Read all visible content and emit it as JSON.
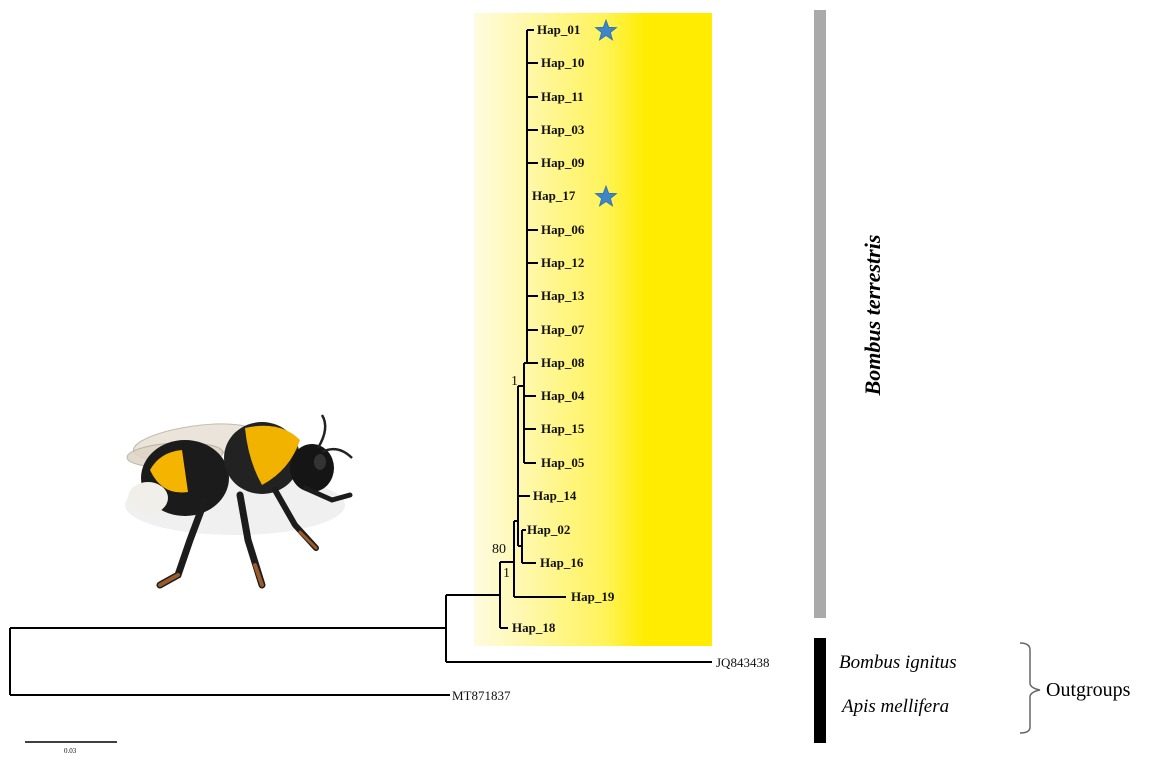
{
  "tree": {
    "ingroup_tips": [
      "Hap_01",
      "Hap_10",
      "Hap_11",
      "Hap_03",
      "Hap_09",
      "Hap_17",
      "Hap_06",
      "Hap_12",
      "Hap_13",
      "Hap_07",
      "Hap_08",
      "Hap_04",
      "Hap_15",
      "Hap_05",
      "Hap_14",
      "Hap_02",
      "Hap_16",
      "Hap_19",
      "Hap_18"
    ],
    "starred_tips": [
      "Hap_01",
      "Hap_17"
    ],
    "outgroup_tips": [
      "JQ843438",
      "MT871837"
    ],
    "support_values": {
      "inner_clade": "1",
      "node_80": "80",
      "node_1_lower": "1"
    },
    "scale_bar": "0.03"
  },
  "labels": {
    "clade": "Bombus terrestris",
    "outgroup_species": [
      "Bombus ignitus",
      "Apis mellifera"
    ],
    "outgroups": "Outgroups"
  },
  "colors": {
    "highlight_start": "#fffbe0",
    "highlight_end": "#ffec00",
    "star": "#3f86c9",
    "ingroup_bar": "#aaaaaa",
    "outgroup_bar": "#000000"
  },
  "images": {
    "bee": "bumblebee-photo"
  }
}
